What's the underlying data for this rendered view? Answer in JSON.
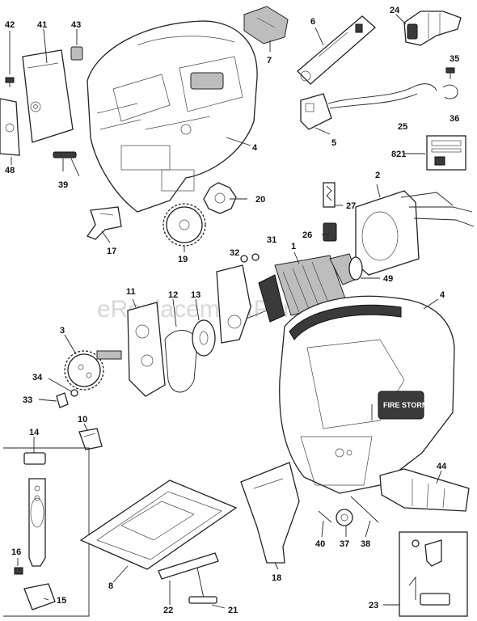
{
  "watermark": "eReplacementParts.com",
  "parts": [
    {
      "id": "1",
      "text": "1"
    },
    {
      "id": "2",
      "text": "2"
    },
    {
      "id": "3",
      "text": "3"
    },
    {
      "id": "4a",
      "text": "4"
    },
    {
      "id": "4b",
      "text": "4"
    },
    {
      "id": "5",
      "text": "5"
    },
    {
      "id": "6",
      "text": "6"
    },
    {
      "id": "7",
      "text": "7"
    },
    {
      "id": "8",
      "text": "8"
    },
    {
      "id": "10",
      "text": "10"
    },
    {
      "id": "11",
      "text": "11"
    },
    {
      "id": "12",
      "text": "12"
    },
    {
      "id": "13",
      "text": "13"
    },
    {
      "id": "14",
      "text": "14"
    },
    {
      "id": "15",
      "text": "15"
    },
    {
      "id": "16",
      "text": "16"
    },
    {
      "id": "17",
      "text": "17"
    },
    {
      "id": "18",
      "text": "18"
    },
    {
      "id": "19",
      "text": "19"
    },
    {
      "id": "20",
      "text": "20"
    },
    {
      "id": "21",
      "text": "21"
    },
    {
      "id": "22",
      "text": "22"
    },
    {
      "id": "23",
      "text": "23"
    },
    {
      "id": "24",
      "text": "24"
    },
    {
      "id": "25",
      "text": "25"
    },
    {
      "id": "26",
      "text": "26"
    },
    {
      "id": "27",
      "text": "27"
    },
    {
      "id": "31",
      "text": "31"
    },
    {
      "id": "32",
      "text": "32"
    },
    {
      "id": "33",
      "text": "33"
    },
    {
      "id": "34",
      "text": "34"
    },
    {
      "id": "35",
      "text": "35"
    },
    {
      "id": "36",
      "text": "36"
    },
    {
      "id": "37",
      "text": "37"
    },
    {
      "id": "38",
      "text": "38"
    },
    {
      "id": "39",
      "text": "39"
    },
    {
      "id": "40",
      "text": "40"
    },
    {
      "id": "41",
      "text": "41"
    },
    {
      "id": "42",
      "text": "42"
    },
    {
      "id": "43",
      "text": "43"
    },
    {
      "id": "44",
      "text": "44"
    },
    {
      "id": "48",
      "text": "48"
    },
    {
      "id": "49",
      "text": "49"
    },
    {
      "id": "821",
      "text": "821"
    }
  ],
  "housing_badge": "FIRE STORM"
}
